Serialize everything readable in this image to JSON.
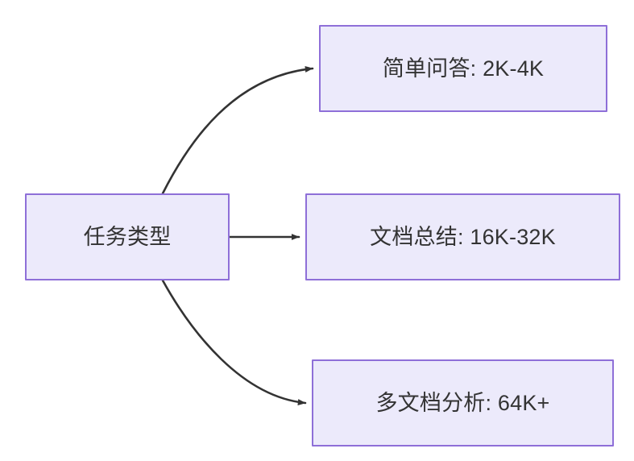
{
  "diagram": {
    "type": "flowchart",
    "direction": "left-to-right",
    "colors": {
      "node_fill": "#ECEAFB",
      "node_border": "#8E6FD8",
      "node_text": "#333333",
      "edge_stroke": "#333333",
      "background": "#FFFFFF"
    },
    "root": {
      "label": "任务类型"
    },
    "branches": [
      {
        "id": "simple-qa",
        "label": "简单问答: 2K-4K",
        "task": "简单问答",
        "range": "2K-4K"
      },
      {
        "id": "doc-sum",
        "label": "文档总结: 16K-32K",
        "task": "文档总结",
        "range": "16K-32K"
      },
      {
        "id": "multi-doc",
        "label": "多文档分析: 64K+",
        "task": "多文档分析",
        "range": "64K+"
      }
    ],
    "edges": [
      {
        "id": "edge-root-simple-qa",
        "from": "任务类型",
        "to": "简单问答: 2K-4K",
        "style": "curved",
        "arrow": "end"
      },
      {
        "id": "edge-root-doc-sum",
        "from": "任务类型",
        "to": "文档总结: 16K-32K",
        "style": "straight",
        "arrow": "end"
      },
      {
        "id": "edge-root-multi-doc",
        "from": "任务类型",
        "to": "多文档分析: 64K+",
        "style": "curved",
        "arrow": "end"
      }
    ]
  }
}
